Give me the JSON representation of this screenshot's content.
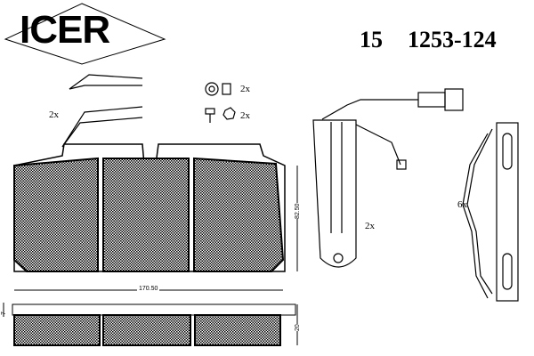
{
  "brand": {
    "logo_text": "ICER"
  },
  "part": {
    "prefix": "15",
    "number": "1253-124"
  },
  "quantities": {
    "spring_clip": "2x",
    "nut": "2x",
    "bolt": "2x",
    "sensor": "2x",
    "spring": "6x"
  },
  "dimensions": {
    "width": "170.50",
    "height": "82.50",
    "backing_thickness": "7",
    "total_thickness": "20"
  }
}
